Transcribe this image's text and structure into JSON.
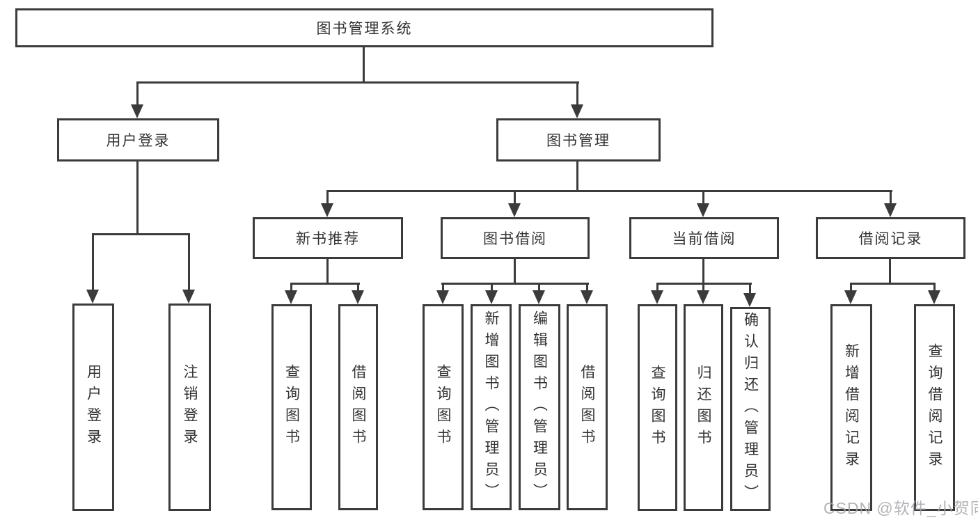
{
  "colors": {
    "line": "#3b3b3b",
    "box_border": "#3b3b3b",
    "text": "#333333",
    "background": "#ffffff",
    "watermark": "#a4a6ac"
  },
  "tree": {
    "root": {
      "label": "图书管理系统"
    },
    "branches": [
      {
        "label": "用户登录",
        "children": [
          {
            "label": "用户登录"
          },
          {
            "label": "注销登录"
          }
        ]
      },
      {
        "label": "图书管理",
        "children": [
          {
            "label": "新书推荐",
            "children": [
              {
                "label": "查询图书"
              },
              {
                "label": "借阅图书"
              }
            ]
          },
          {
            "label": "图书借阅",
            "children": [
              {
                "label": "查询图书"
              },
              {
                "label": "新增图书（管理员）"
              },
              {
                "label": "编辑图书（管理员）"
              },
              {
                "label": "借阅图书"
              }
            ]
          },
          {
            "label": "当前借阅",
            "children": [
              {
                "label": "查询图书"
              },
              {
                "label": "归还图书"
              },
              {
                "label": "确认归还（管理员）"
              }
            ]
          },
          {
            "label": "借阅记录",
            "children": [
              {
                "label": "新增借阅记录"
              },
              {
                "label": "查询借阅记录"
              }
            ]
          }
        ]
      }
    ]
  },
  "watermark": {
    "text": "CSDN @软件_小贺同学"
  }
}
